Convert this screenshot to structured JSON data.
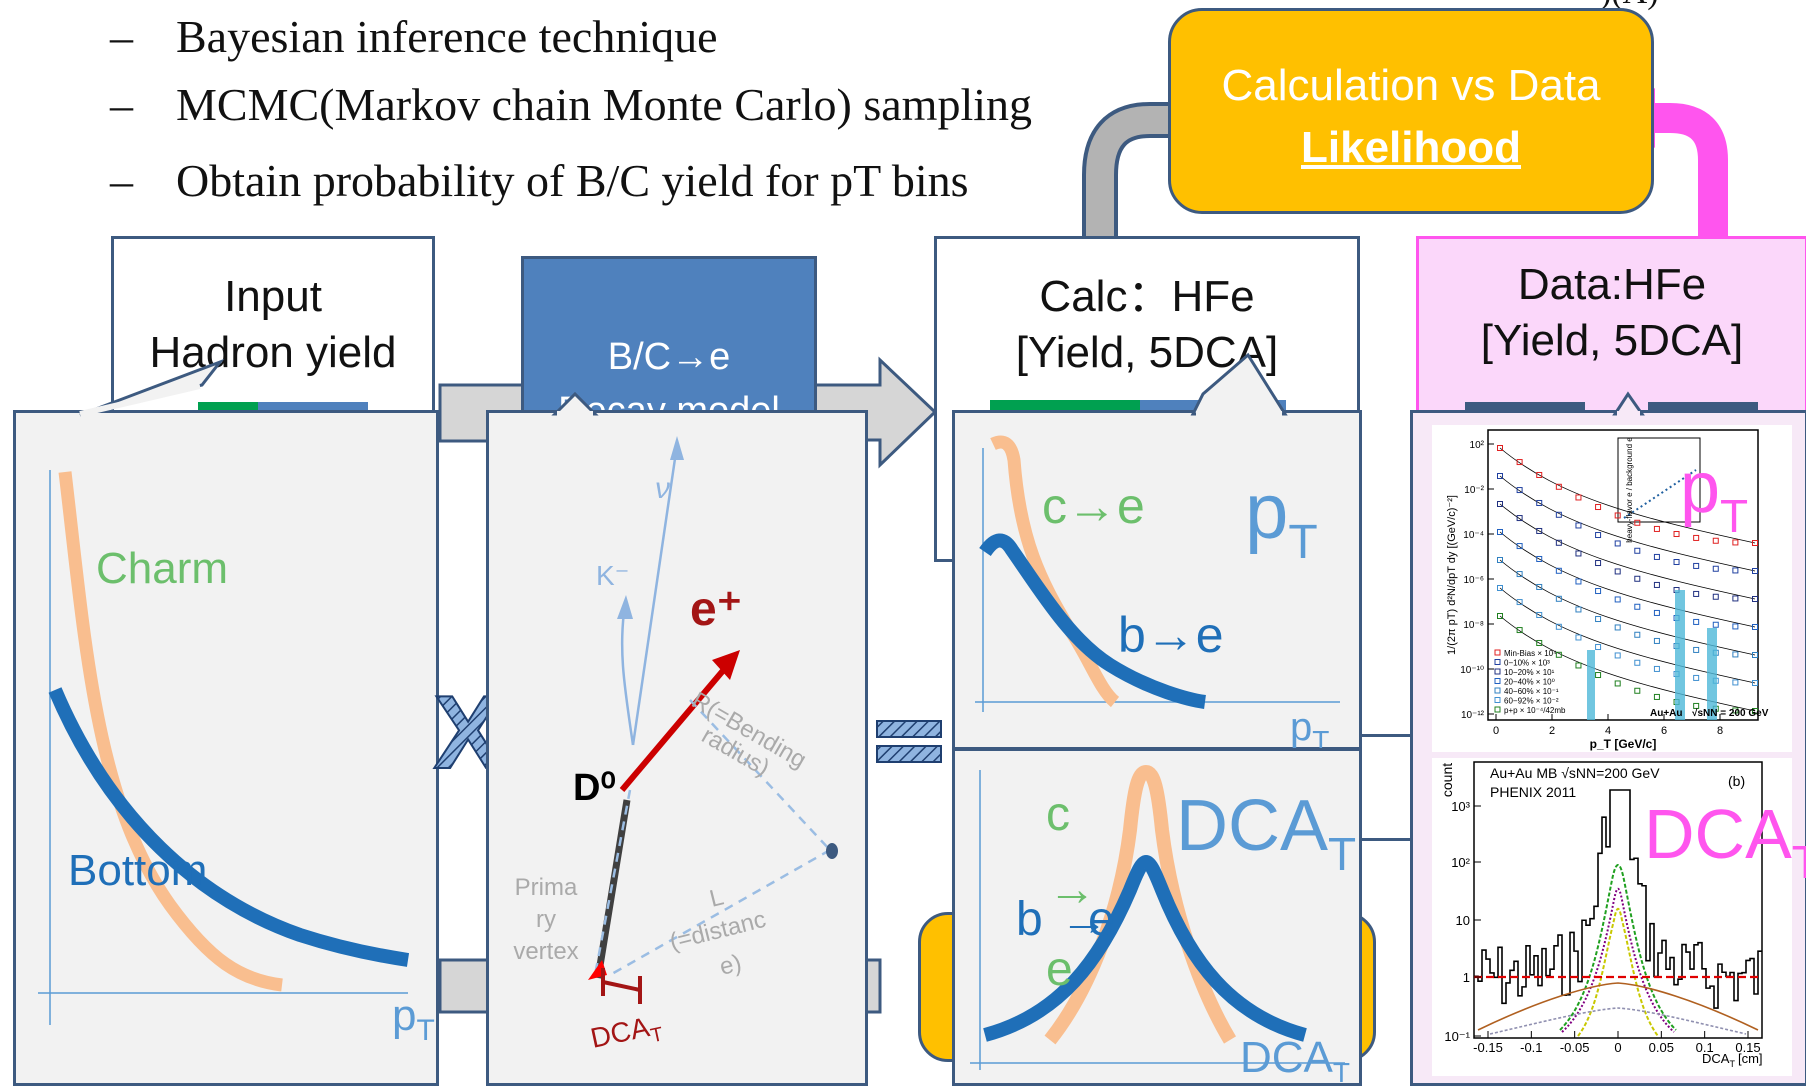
{
  "bullets": [
    "Bayesian inference technique",
    "MCMC(Markov chain Monte Carlo) sampling",
    "Obtain probability of B/C yield for pT bins"
  ],
  "bullet_marker": "–",
  "corner_text": ")(A)",
  "likelihood_box": {
    "line1": "Calculation vs Data",
    "line2": "Likelihood"
  },
  "input_box": {
    "line1": "Input",
    "line2": "Hadron yield"
  },
  "decay_box": {
    "line1": "B/C→e",
    "line2": "Decay model"
  },
  "calc_box": {
    "line1": "Calc：HFe",
    "line2": "[Yield, 5DCA]"
  },
  "data_box": {
    "line1": "Data:HFe",
    "line2": "[Yield, 5DCA]"
  },
  "operators": {
    "times": "X",
    "equals": "="
  },
  "hadron_panel": {
    "charm": "Charm",
    "bottom": "Bottom",
    "x_label": "p",
    "x_sub": "T"
  },
  "decay_panel": {
    "nu": "ν",
    "kminus": "K⁻",
    "eplus": "e⁺",
    "d0": "D⁰",
    "bending": [
      "R(=Bending",
      "radius)"
    ],
    "primary": [
      "Prima",
      "ry",
      "vertex"
    ],
    "distance": [
      "L",
      "(=distanc",
      "e)"
    ],
    "dca": "DCA",
    "dca_sub": "T"
  },
  "calc_pt_panel": {
    "ce": "c→e",
    "be": "b→e",
    "big": "p",
    "big_sub": "T",
    "x_label": "p",
    "x_sub": "T"
  },
  "calc_dca_panel": {
    "c": "c",
    "arrow": "→",
    "b": "b",
    "e_b": "e",
    "e_c": "e",
    "big": "DCA",
    "big_sub": "T",
    "x_label": "DCA",
    "x_sub": "T"
  },
  "data_pt_panel": {
    "big": "p",
    "big_sub": "T",
    "ylabel": "1/(2π pT) d²N/dpT dy [(GeV/c)⁻²]",
    "xlabel": "p_T [GeV/c]",
    "inset_ylabel": "heavy-flavor e / background e",
    "y_ticks": [
      "10²",
      "10⁻²",
      "10⁻⁴",
      "10⁻⁶",
      "10⁻⁸",
      "10⁻¹⁰",
      "10⁻¹²"
    ],
    "x_ticks": [
      "0",
      "2",
      "4",
      "6",
      "8"
    ],
    "legend": [
      "Min-Bias × 10⁴",
      "0−10% × 10³",
      "10−20% × 10¹",
      "20−40% × 10⁰",
      "40−60% × 10⁻¹",
      "60−92% × 10⁻²",
      "p+p × 10⁻⁴/42mb"
    ],
    "system": "Au+Au",
    "energy": "√sNN = 200 GeV"
  },
  "data_dca_panel": {
    "big": "DCA",
    "big_sub": "T",
    "header1": "Au+Au MB √sNN=200 GeV",
    "header2": "PHENIX 2011",
    "tag": "(b)",
    "ylabel": "count",
    "y_ticks": [
      "10³",
      "10²",
      "10",
      "1",
      "10⁻¹"
    ],
    "x_ticks": [
      "-0.15",
      "-0.1",
      "-0.05",
      "0",
      "0.05",
      "0.1",
      "0.15"
    ],
    "xlabel": "DCA",
    "xlabel_sub": "T",
    "xlabel_unit": "[cm]"
  },
  "colors": {
    "charm": "#f9be8f",
    "bottom": "#1f6fb8",
    "panel_border": "#3d5a80",
    "decay_box": "#4f81bd",
    "likelihood": "#ffc000",
    "data_pink": "#ff55ee",
    "label_green": "#6cbf6c",
    "big_blue": "#5b9bd5",
    "e_red": "#a31515"
  }
}
